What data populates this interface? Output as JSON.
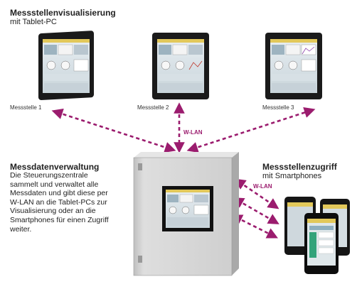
{
  "visualization": {
    "title": "Messstellenvisualisierung",
    "subtitle": "mit Tablet-PC",
    "stations": [
      "Messstelle 1",
      "Messstelle 2",
      "Messstelle 3"
    ]
  },
  "wlan_label_top": "W-LAN",
  "wlan_label_right": "W-LAN",
  "data_management": {
    "title": "Messdatenverwaltung",
    "lines": [
      "Die Steuerungszentrale",
      "sammelt und verwaltet alle",
      "Messdaten und gibt diese per",
      "W-LAN an die Tablet-PCs zur",
      "Visualisierung oder an die",
      "Smartphones für einen Zugriff",
      "weiter."
    ]
  },
  "smartphone_access": {
    "title": "Messstellenzugriff",
    "subtitle": "mit Smartphones"
  },
  "colors": {
    "arrow": "#9b1c6e",
    "cabinet": "#d9d9d9",
    "device_frame": "#111111"
  }
}
